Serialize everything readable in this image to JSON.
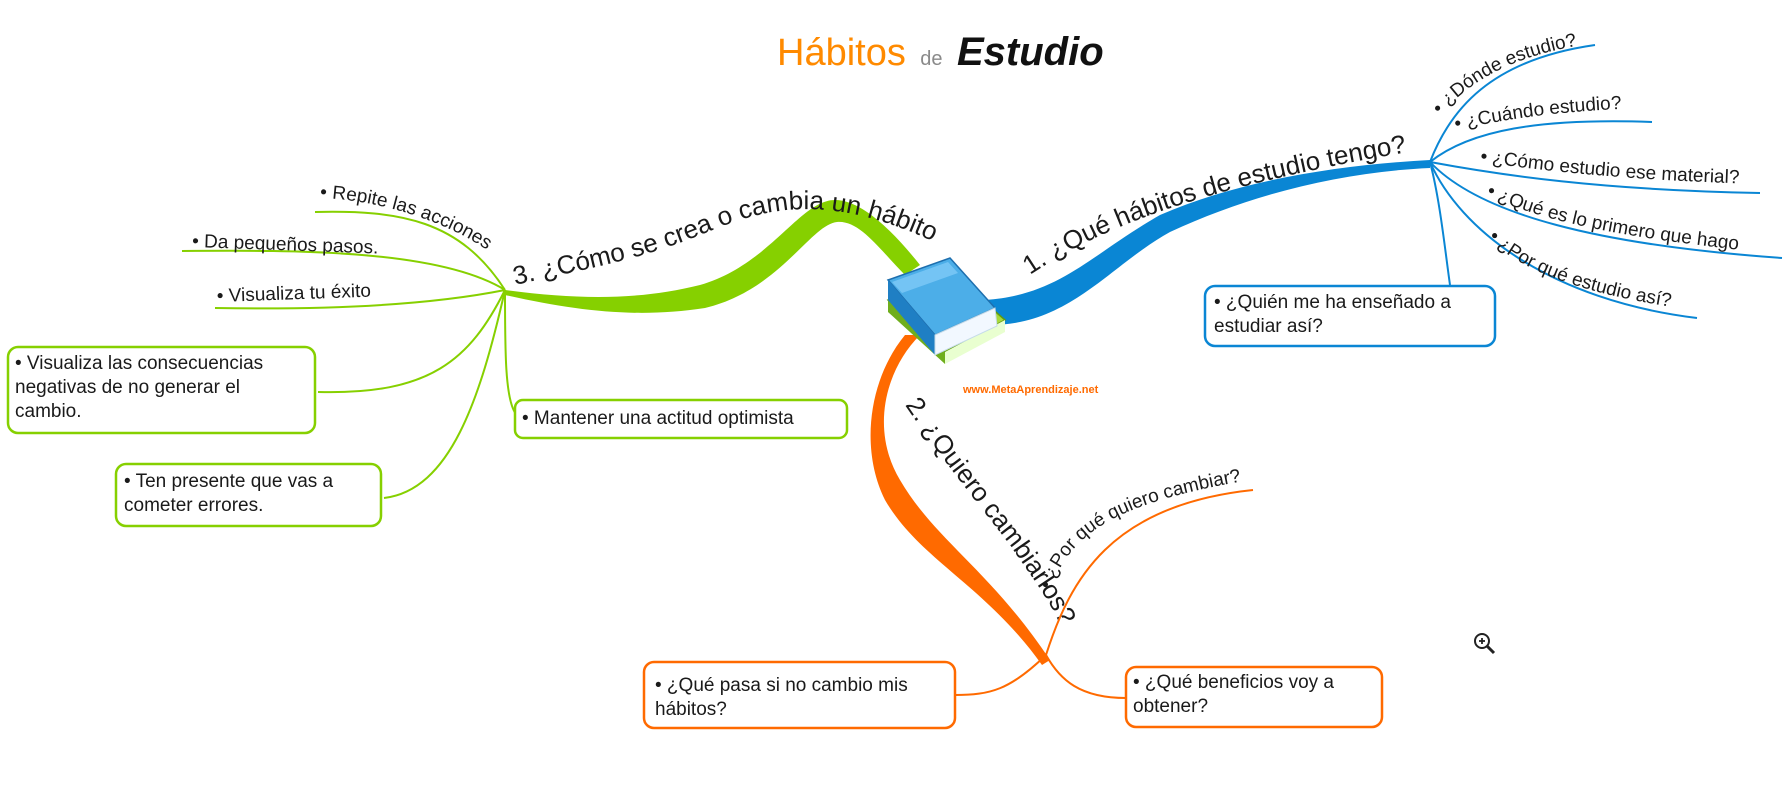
{
  "title": {
    "part1": "Hábitos",
    "part2": "de",
    "part3": "Estudio"
  },
  "colors": {
    "title_orange": "#ff8a00",
    "title_gray": "#8a8a8a",
    "blue": "#0a86d4",
    "orange": "#ff6a00",
    "green": "#86d000"
  },
  "center": {
    "icon": "books-icon",
    "url": "www.MetaAprendizaje.net"
  },
  "branch1": {
    "label": "1. ¿Qué hábitos de estudio tengo?",
    "items": [
      "• ¿Dónde estudio?",
      "• ¿Cuándo estudio?",
      "• ¿Cómo estudio ese material?",
      "• ¿Qué es lo primero que hago",
      "• ¿Por qué estudio así?"
    ],
    "box": [
      "• ¿Quién me ha enseñado a",
      "estudiar así?"
    ]
  },
  "branch2": {
    "label": "2. ¿Quiero cambiarlos?",
    "sub": "• ¿Por qué quiero cambiar?",
    "box_left": [
      "• ¿Qué pasa si no cambio mis",
      "hábitos?"
    ],
    "box_right": [
      "• ¿Qué beneficios voy a",
      "obtener?"
    ]
  },
  "branch3": {
    "label": "3. ¿Cómo se crea o cambia un hábito",
    "items": [
      "• Repite las acciones",
      "• Da pequeños pasos.",
      "• Visualiza tu éxito"
    ],
    "box1": [
      "• Visualiza las consecuencias",
      "negativas de no generar el",
      "cambio."
    ],
    "box2": [
      "• Ten presente que vas a",
      "cometer errores."
    ],
    "box3": [
      "• Mantener una actitud optimista"
    ]
  },
  "zoom_icon": "zoom-in-icon"
}
